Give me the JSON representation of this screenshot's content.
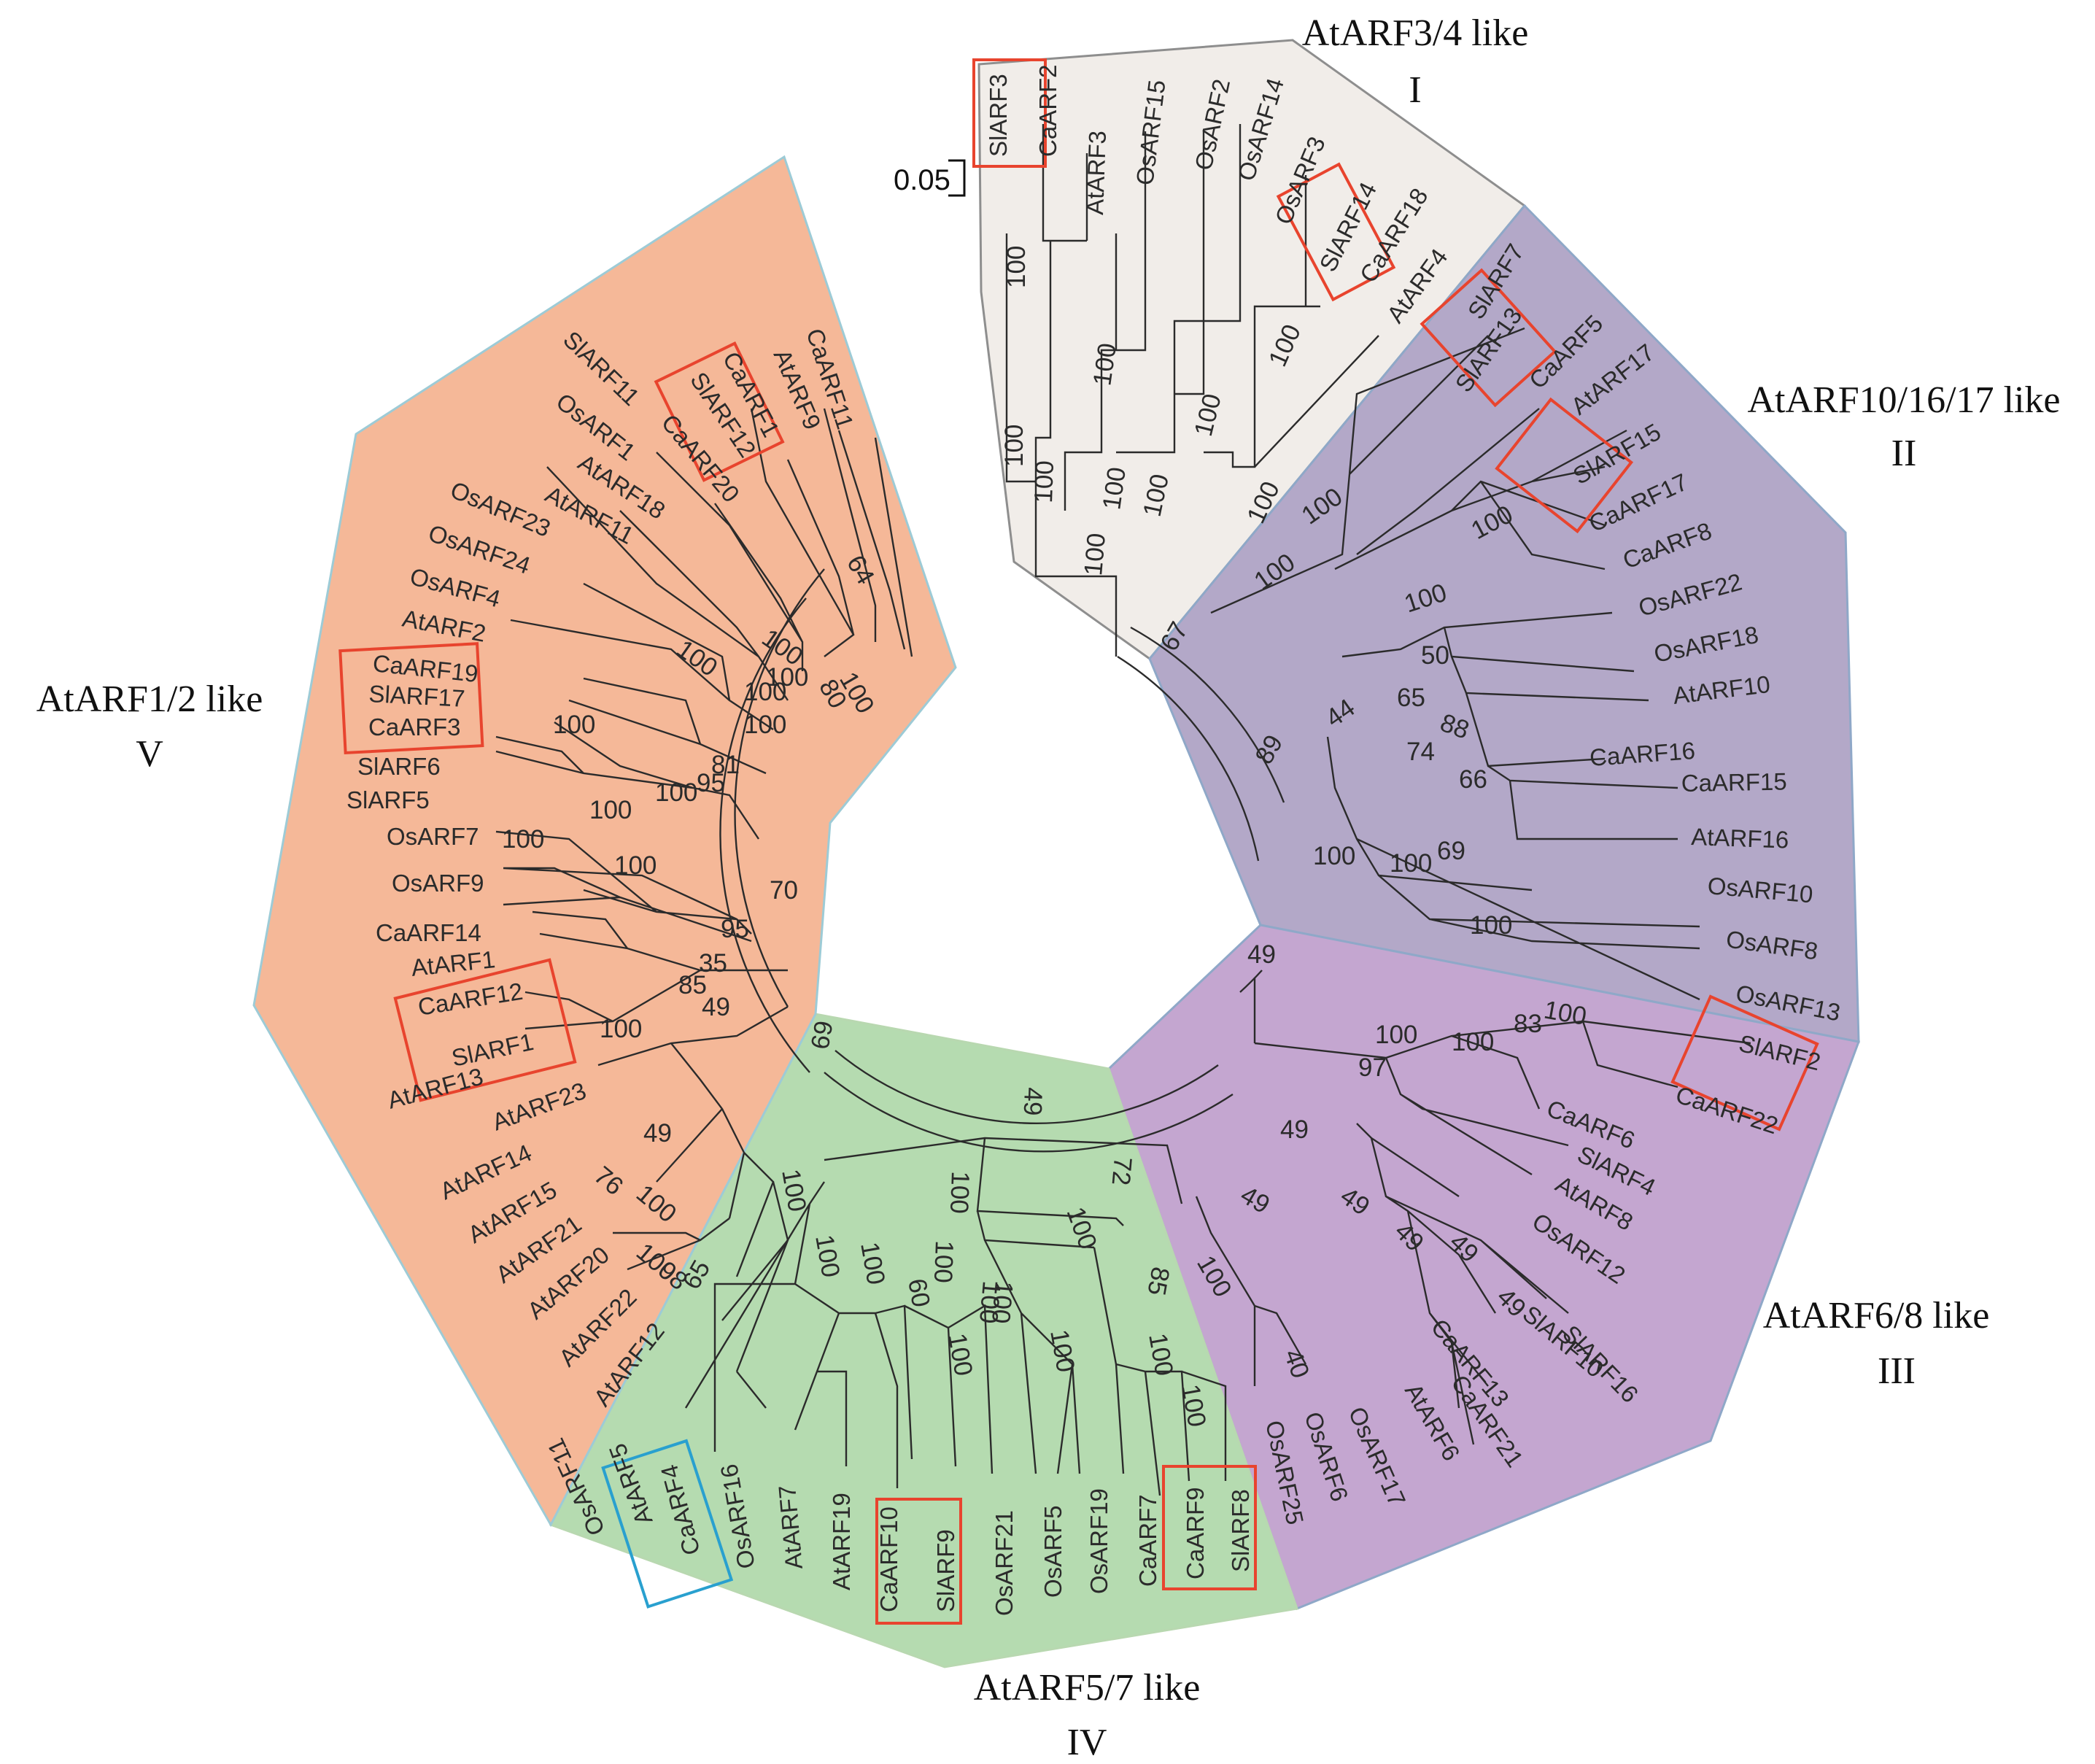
{
  "scale_bar": {
    "label": "0.05"
  },
  "colors": {
    "clade_I": "#f1ede9",
    "clade_II": "#b3a8c8",
    "clade_III": "#c4a6d0",
    "clade_IV": "#b5dbb0",
    "clade_V": "#f5b898",
    "pair_box": "#e8442e",
    "special_box": "#29a0cf"
  },
  "clades": [
    {
      "id": "I",
      "title": "AtARF3/4 like",
      "numeral": "I",
      "leaves": [
        "SlARF3",
        "CaARF2",
        "AtARF3",
        "OsARF15",
        "OsARF2",
        "OsARF14",
        "OsARF3",
        "SlARF14",
        "CaARF18",
        "AtARF4"
      ]
    },
    {
      "id": "II",
      "title": "AtARF10/16/17 like",
      "numeral": "II",
      "leaves": [
        "SlARF7",
        "SlARF13",
        "CaARF5",
        "AtARF17",
        "SlARF15",
        "CaARF17",
        "CaARF8",
        "OsARF22",
        "OsARF18",
        "AtARF10",
        "CaARF16",
        "CaARF15",
        "AtARF16",
        "OsARF10",
        "OsARF8",
        "OsARF13"
      ]
    },
    {
      "id": "III",
      "title": "AtARF6/8 like",
      "numeral": "III",
      "leaves": [
        "SlARF2",
        "CaARF22",
        "CaARF6",
        "SlARF4",
        "AtARF8",
        "OsARF12",
        "SlARF10",
        "SlARF16",
        "CaARF13",
        "CaARF21",
        "AtARF6",
        "OsARF17",
        "OsARF6",
        "OsARF25"
      ]
    },
    {
      "id": "IV",
      "title": "AtARF5/7 like",
      "numeral": "IV",
      "leaves": [
        "SlARF8",
        "CaARF9",
        "CaARF7",
        "OsARF19",
        "OsARF5",
        "OsARF21",
        "SlARF9",
        "CaARF10",
        "AtARF19",
        "AtARF7",
        "OsARF16",
        "CaARF4",
        "AtARF5",
        "OsARF11"
      ]
    },
    {
      "id": "V",
      "title": "AtARF1/2 like",
      "numeral": "V",
      "leaves": [
        "AtARF12",
        "AtARF22",
        "AtARF20",
        "AtARF21",
        "AtARF15",
        "AtARF14",
        "AtARF23",
        "AtARF13",
        "SlARF1",
        "CaARF12",
        "AtARF1",
        "CaARF14",
        "OsARF9",
        "OsARF7",
        "SlARF5",
        "SlARF6",
        "CaARF3",
        "SlARF17",
        "CaARF19",
        "AtARF2",
        "OsARF4",
        "OsARF24",
        "OsARF23",
        "AtARF11",
        "AtARF18",
        "OsARF1",
        "SlARF11",
        "CaARF20",
        "SlARF12",
        "CaARF1",
        "AtARF9",
        "CaARF11"
      ]
    }
  ],
  "highlighted_pairs": [
    [
      "SlARF3",
      "CaARF2"
    ],
    [
      "SlARF14",
      "CaARF18"
    ],
    [
      "SlARF13",
      "CaARF5"
    ],
    [
      "SlARF15",
      "CaARF17"
    ],
    [
      "SlARF2",
      "CaARF22"
    ],
    [
      "CaARF9",
      "SlARF8"
    ],
    [
      "CaARF10",
      "SlARF9"
    ],
    [
      "CaARF12",
      "SlARF1"
    ],
    [
      "CaARF19",
      "SlARF17"
    ],
    [
      "CaARF1",
      "SlARF12"
    ]
  ],
  "special_pair": [
    "AtARF5",
    "CaARF4"
  ],
  "bootstrap_values": [
    {
      "node": "SlARF3+CaARF2",
      "value": "100"
    },
    {
      "node": "OsARF15+OsARF2",
      "value": "100"
    },
    {
      "node": "OsARF14+OsARF3",
      "value": "100"
    },
    {
      "node": "SlARF14+CaARF18",
      "value": "100"
    },
    {
      "node": "I-inner-a",
      "value": "100"
    },
    {
      "node": "I-inner-b",
      "value": "100"
    },
    {
      "node": "I-inner-c",
      "value": "100"
    },
    {
      "node": "I-inner-d",
      "value": "100"
    },
    {
      "node": "I-inner-e",
      "value": "100"
    },
    {
      "node": "I-root",
      "value": "100"
    },
    {
      "node": "I+II",
      "value": "67"
    },
    {
      "node": "II-a",
      "value": "100"
    },
    {
      "node": "II-b",
      "value": "100"
    },
    {
      "node": "SlARF15+CaARF17",
      "value": "100"
    },
    {
      "node": "II-c",
      "value": "100"
    },
    {
      "node": "II-d",
      "value": "50"
    },
    {
      "node": "II-e",
      "value": "65"
    },
    {
      "node": "II-f",
      "value": "88"
    },
    {
      "node": "II-g",
      "value": "74"
    },
    {
      "node": "II-h",
      "value": "66"
    },
    {
      "node": "II-i",
      "value": "69"
    },
    {
      "node": "II-j",
      "value": "44"
    },
    {
      "node": "II-k",
      "value": "89"
    },
    {
      "node": "II-l",
      "value": "100"
    },
    {
      "node": "II-m",
      "value": "100"
    },
    {
      "node": "OsARF10+OsARF8",
      "value": "100"
    },
    {
      "node": "III-root",
      "value": "49"
    },
    {
      "node": "SlARF2+CaARF22",
      "value": "100"
    },
    {
      "node": "III-a",
      "value": "83"
    },
    {
      "node": "III-b",
      "value": "100"
    },
    {
      "node": "III-c",
      "value": "100"
    },
    {
      "node": "III-d",
      "value": "97"
    },
    {
      "node": "III-e",
      "value": "49"
    },
    {
      "node": "III-f",
      "value": "49"
    },
    {
      "node": "III-g",
      "value": "49"
    },
    {
      "node": "III-h",
      "value": "49"
    },
    {
      "node": "III-i",
      "value": "49"
    },
    {
      "node": "III-j",
      "value": "49"
    },
    {
      "node": "OsARF6+OsARF25",
      "value": "100"
    },
    {
      "node": "III-k",
      "value": "40"
    },
    {
      "node": "III-l",
      "value": "72"
    },
    {
      "node": "III+IV",
      "value": "85"
    },
    {
      "node": "IV-a",
      "value": "49"
    },
    {
      "node": "IV-b",
      "value": "100"
    },
    {
      "node": "IV-c",
      "value": "100"
    },
    {
      "node": "IV-d",
      "value": "100"
    },
    {
      "node": "IV-e",
      "value": "100"
    },
    {
      "node": "IV-f",
      "value": "100"
    },
    {
      "node": "IV-g",
      "value": "100"
    },
    {
      "node": "IV-h",
      "value": "60"
    },
    {
      "node": "CaARF10+SlARF9",
      "value": "100"
    },
    {
      "node": "IV-i",
      "value": "100"
    },
    {
      "node": "IV-j",
      "value": "100"
    },
    {
      "node": "IV-k",
      "value": "100"
    },
    {
      "node": "IV-l",
      "value": "100"
    },
    {
      "node": "CaARF9+SlARF8",
      "value": "100"
    },
    {
      "node": "IV-m",
      "value": "65"
    },
    {
      "node": "V-root",
      "value": "69"
    },
    {
      "node": "V-a",
      "value": "49"
    },
    {
      "node": "V-b",
      "value": "76"
    },
    {
      "node": "V-c",
      "value": "100"
    },
    {
      "node": "V-d",
      "value": "100"
    },
    {
      "node": "V-e",
      "value": "98"
    },
    {
      "node": "V-f",
      "value": "100"
    },
    {
      "node": "V-g",
      "value": "49"
    },
    {
      "node": "V-h",
      "value": "85"
    },
    {
      "node": "V-i",
      "value": "35"
    },
    {
      "node": "V-j",
      "value": "95"
    },
    {
      "node": "V-k",
      "value": "70"
    },
    {
      "node": "V-l",
      "value": "100"
    },
    {
      "node": "V-m",
      "value": "100"
    },
    {
      "node": "V-n",
      "value": "100"
    },
    {
      "node": "V-o",
      "value": "100"
    },
    {
      "node": "V-p",
      "value": "100"
    },
    {
      "node": "V-q",
      "value": "95"
    },
    {
      "node": "V-r",
      "value": "81"
    },
    {
      "node": "V-s",
      "value": "100"
    },
    {
      "node": "V-t",
      "value": "100"
    },
    {
      "node": "V-u",
      "value": "100"
    },
    {
      "node": "V-v",
      "value": "100"
    },
    {
      "node": "V-w",
      "value": "100"
    },
    {
      "node": "V-x",
      "value": "80"
    },
    {
      "node": "V-y",
      "value": "100"
    },
    {
      "node": "V-z",
      "value": "64"
    }
  ]
}
